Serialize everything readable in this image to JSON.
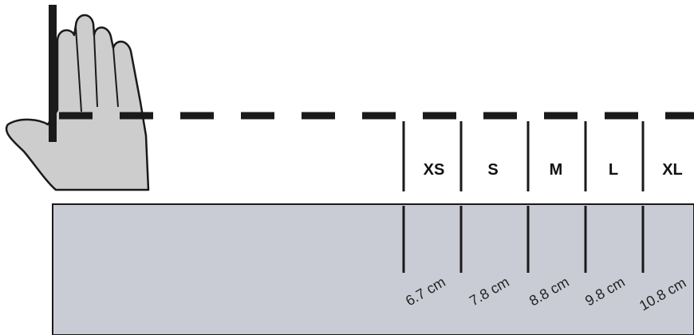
{
  "sizes": [
    {
      "label": "XS",
      "measurement": "6.7 cm"
    },
    {
      "label": "S",
      "measurement": "7.8 cm"
    },
    {
      "label": "M",
      "measurement": "8.8 cm"
    },
    {
      "label": "L",
      "measurement": "9.8 cm"
    },
    {
      "label": "XL",
      "measurement": "10.8 cm"
    }
  ],
  "colors": {
    "line": "#1a1a1a",
    "hand_fill": "#cdcdcd",
    "ruler_fill": "#c9ccd4"
  }
}
